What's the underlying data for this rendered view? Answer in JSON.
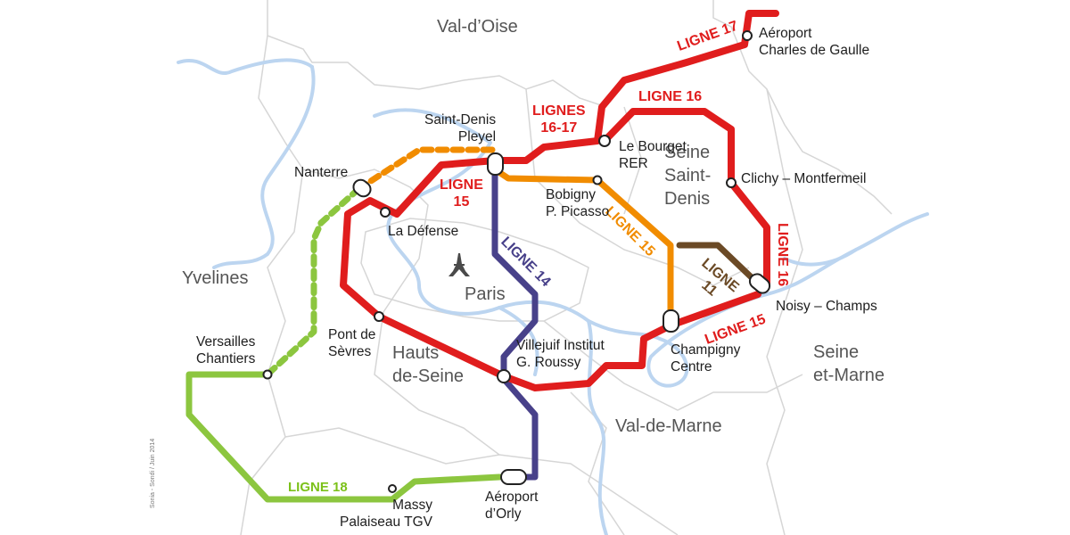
{
  "map": {
    "regions": {
      "val_doise": "Val-d’Oise",
      "yvelines": "Yvelines",
      "paris": "Paris",
      "hauts_de_seine": "Hauts\nde-Seine",
      "seine_saint_denis": "Seine\nSaint-\nDenis",
      "val_de_marne": "Val-de-Marne",
      "seine_et_marne": "Seine\net-Marne"
    },
    "lines": {
      "l17": "LIGNE 17",
      "l16_top": "LIGNE 16",
      "l16_17": "LIGNES\n16-17",
      "l15_west": "LIGNE\n15",
      "l14": "LIGNE 14",
      "l15_orange": "LIGNE 15",
      "l11": "LIGNE\n11",
      "l16_east": "LIGNE 16",
      "l15_east": "LIGNE 15",
      "l18": "LIGNE 18"
    },
    "stations": {
      "cdg": "Aéroport\nCharles de Gaulle",
      "saint_denis": "Saint-Denis\nPleyel",
      "le_bourget": "Le Bourget\nRER",
      "nanterre": "Nanterre",
      "la_defense": "La Défense",
      "bobigny": "Bobigny\nP. Picasso",
      "clichy": "Clichy – Montfermeil",
      "noisy": "Noisy – Champs",
      "pont_sevres": "Pont de\nSèvres",
      "versailles": "Versailles\nChantiers",
      "villejuif": "Villejuif Institut\nG. Roussy",
      "champigny": "Champigny\nCentre",
      "massy": "Massy\nPalaiseau TGV",
      "orly": "Aéroport\nd’Orly"
    },
    "credit": "Sonia - Sondi / Juin 2014",
    "colors": {
      "red": "#e01d1d",
      "orange": "#f18c00",
      "purple": "#48418a",
      "brown": "#6b4a26",
      "green": "#8cc63f",
      "water": "#b9d3ef",
      "border": "#d4d4d4"
    },
    "icons": [
      "eiffel-tower-icon"
    ]
  }
}
